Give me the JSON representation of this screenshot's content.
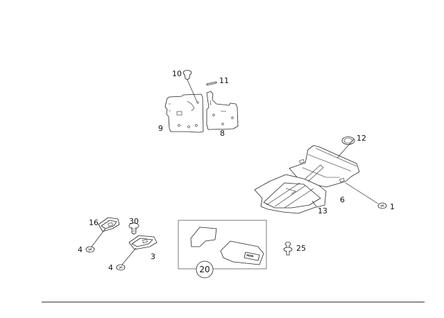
{
  "callouts": {
    "c1": "1",
    "c3": "3",
    "c4a": "4",
    "c4b": "4",
    "c6": "6",
    "c8": "8",
    "c9": "9",
    "c10": "10",
    "c11": "11",
    "c12": "12",
    "c13": "13",
    "c16": "16",
    "c20": "20",
    "c25": "25",
    "c30": "30"
  },
  "colors": {
    "line": "#222222",
    "background": "#ffffff"
  }
}
